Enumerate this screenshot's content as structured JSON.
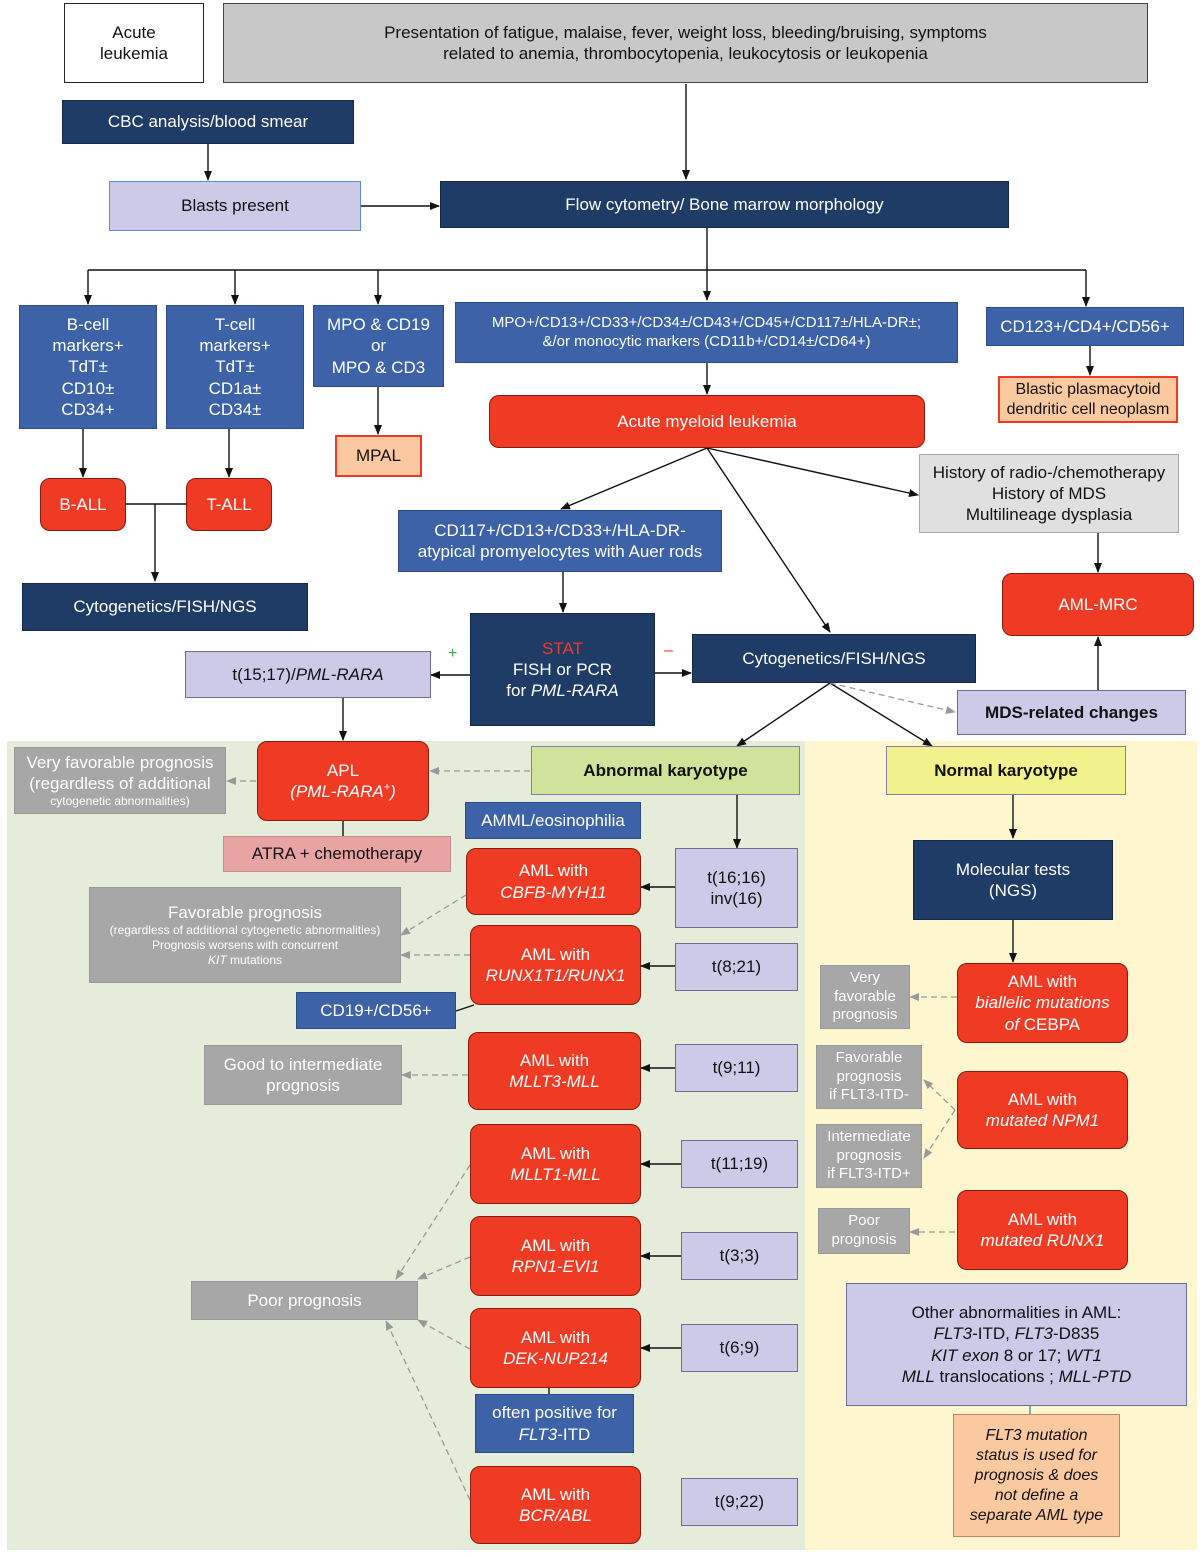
{
  "title_box": [
    "Acute",
    "leukemia"
  ],
  "presentation": [
    "Presentation of fatigue, malaise, fever, weight loss, bleeding/bruising, symptoms",
    "related to anemia, thrombocytopenia, leukocytosis or leukopenia"
  ],
  "cbc": "CBC analysis/blood smear",
  "blasts": "Blasts present",
  "flow": "Flow cytometry/ Bone marrow morphology",
  "bcell_markers": [
    "B-cell",
    "markers+",
    "TdT±",
    "CD10±",
    "CD34+"
  ],
  "tcell_markers": [
    "T-cell",
    "markers+",
    "TdT±",
    "CD1a±",
    "CD34±"
  ],
  "mpo_markers": [
    "MPO & CD19",
    "or",
    "MPO & CD3"
  ],
  "aml_markers": [
    "MPO+/CD13+/CD33+/CD34±/CD43+/CD45+/CD117±/HLA-DR±;",
    "&/or monocytic markers (CD11b+/CD14±/CD64+)"
  ],
  "bpdcn_markers": "CD123+/CD4+/CD56+",
  "bpdcn": [
    "Blastic plasmacytoid",
    "dendritic cell neoplasm"
  ],
  "mpal": "MPAL",
  "ball": "B-ALL",
  "tall": "T-ALL",
  "cyto_left": "Cytogenetics/FISH/NGS",
  "aml": "Acute myeloid leukemia",
  "history": [
    "History of radio-/chemotherapy",
    "History of MDS",
    "Multilineage dysplasia"
  ],
  "amlmrc": "AML-MRC",
  "apl_markers": [
    "CD117+/CD13+/CD33+/HLA-DR-",
    "atypical promyelocytes with Auer rods"
  ],
  "stat_box": {
    "stat": "STAT",
    "line1": "FISH or PCR",
    "line2_pre": "for ",
    "line2_it": "PML-RARA"
  },
  "plus_sign": "+",
  "minus_sign": "–",
  "t1517": {
    "pre": "t(15;17)/",
    "it": "PML-RARA"
  },
  "cyto_mid": "Cytogenetics/FISH/NGS",
  "mds_changes": "MDS-related changes",
  "apl": {
    "line1": "APL",
    "line2_pre": "(PML-RARA",
    "line2_sup": "+",
    "line2_post": ")"
  },
  "very_fav_apl": {
    "line1": "Very favorable prognosis",
    "line2": "(regardless of additional",
    "line3": "cytogenetic abnormalities)"
  },
  "atra": "ATRA + chemotherapy",
  "abnormal_karyotype": "Abnormal karyotype",
  "normal_karyotype": "Normal karyotype",
  "amml": "AMML/eosinophilia",
  "cbfb": {
    "line1": "AML with",
    "line2": "CBFB-MYH11"
  },
  "t1616": [
    "t(16;16)",
    "inv(16)"
  ],
  "fav_prog": {
    "line1": "Favorable prognosis",
    "line2": "(regardless of additional cytogenetic abnormalities)",
    "line3": "Prognosis worsens with concurrent",
    "line4_it": "KIT",
    "line4_post": " mutations"
  },
  "runx1": {
    "line1": "AML with",
    "line2": "RUNX1T1/RUNX1"
  },
  "t821": "t(8;21)",
  "cd19cd56": "CD19+/CD56+",
  "good_int": [
    "Good to intermediate",
    "prognosis"
  ],
  "mllt3": {
    "line1": "AML with",
    "line2": "MLLT3-MLL"
  },
  "t911": "t(9;11)",
  "mllt1": {
    "line1": "AML with",
    "line2": "MLLT1-MLL"
  },
  "t1119": "t(11;19)",
  "rpn1": {
    "line1": "AML with",
    "line2": "RPN1-EVI1"
  },
  "t33": "t(3;3)",
  "poor_prog": "Poor prognosis",
  "dek": {
    "line1": "AML with",
    "line2": "DEK-NUP214"
  },
  "t69": "t(6;9)",
  "flt3_pos": {
    "line1": "often positive for",
    "line2_it": "FLT3",
    "line2_post": "-ITD"
  },
  "bcr": {
    "line1": "AML with",
    "line2": "BCR/ABL"
  },
  "t922": "t(9;22)",
  "molecular": [
    "Molecular tests",
    "(NGS)"
  ],
  "very_fav": [
    "Very",
    "favorable",
    "prognosis"
  ],
  "cebpa": {
    "line1": "AML with",
    "line2_it": "biallelic mutations",
    "line3_it": "of ",
    "line3_post": "CEBPA"
  },
  "fav_itd_neg": [
    "Favorable",
    "prognosis",
    "if FLT3-ITD-"
  ],
  "npm1": {
    "line1": "AML with",
    "line2": "mutated NPM1"
  },
  "int_itd_pos": [
    "Intermediate",
    "prognosis",
    "if FLT3-ITD+"
  ],
  "poor_small": [
    "Poor",
    "prognosis"
  ],
  "runx1_mut": {
    "line1": "AML with",
    "line2": "mutated RUNX1"
  },
  "other_abn": {
    "line1": "Other abnormalities in AML:",
    "l2a_it": "FLT3",
    "l2b": "-ITD, ",
    "l2c_it": "FLT3",
    "l2d": "-D835",
    "l3a_it": "KIT exon",
    "l3b": " 8 or 17; ",
    "l3c_it": "WT1",
    "l4a_it": "MLL",
    "l4b": " translocations ; ",
    "l4c_it": "MLL-PTD"
  },
  "flt3_note": [
    "FLT3 mutation",
    "status is used for",
    "prognosis & does",
    "not define a",
    "separate AML type"
  ],
  "colors": {
    "navy": "#1f3c66",
    "blue": "#3d62a8",
    "red": "#ef3b24",
    "lavender": "#cccae6",
    "gray": "#a7a7a7",
    "green_bg": "#e5edda",
    "yellow_bg": "#fdf6cf"
  }
}
